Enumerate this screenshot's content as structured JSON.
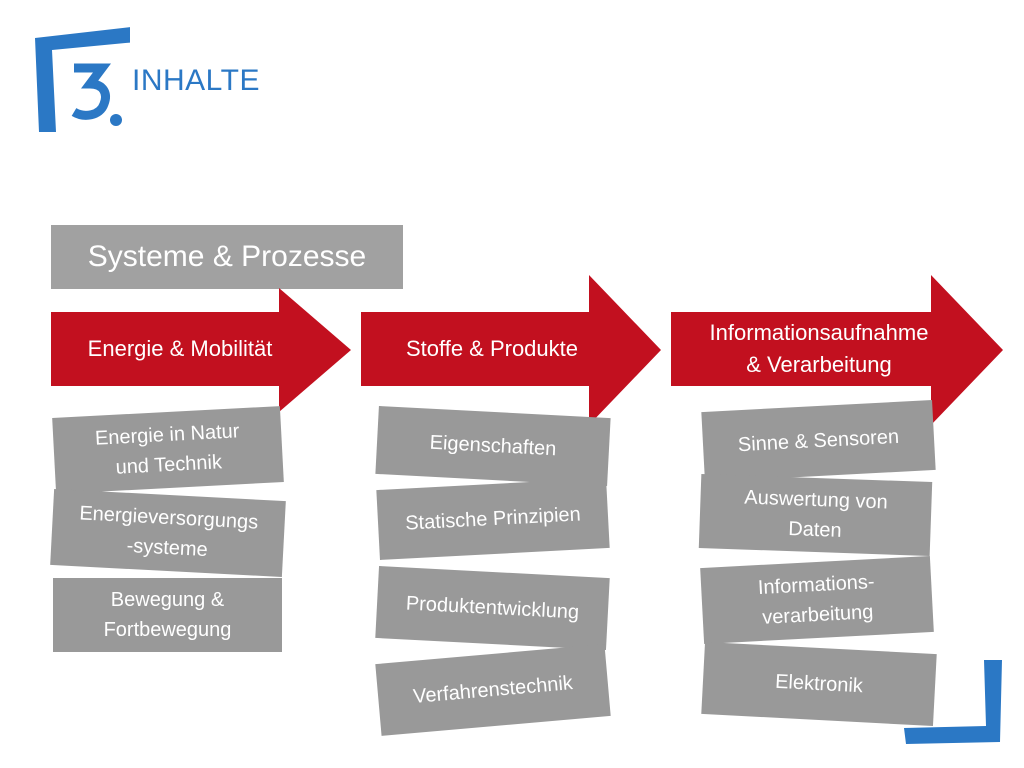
{
  "slide": {
    "number": "3.",
    "title": "INHALTE"
  },
  "header_box": "Systeme & Prozesse",
  "colors": {
    "accent_blue": "#2b78c5",
    "arrow_red": "#c2101f",
    "card_gray": "#999999",
    "header_gray": "#a1a1a1"
  },
  "columns": [
    {
      "arrow_label": "Energie & Mobilität",
      "cards": [
        "Energie in Natur\nund Technik",
        "Energieversorgungs\n-systeme",
        "Bewegung &\nFortbewegung"
      ]
    },
    {
      "arrow_label": "Stoffe & Produkte",
      "cards": [
        "Eigenschaften",
        "Statische Prinzipien",
        "Produktentwicklung",
        "Verfahrenstechnik"
      ]
    },
    {
      "arrow_label": "Informationsaufnahme\n& Verarbeitung",
      "cards": [
        "Sinne & Sensoren",
        "Auswertung von\nDaten",
        "Informations-\nverarbeitung",
        "Elektronik"
      ]
    }
  ]
}
